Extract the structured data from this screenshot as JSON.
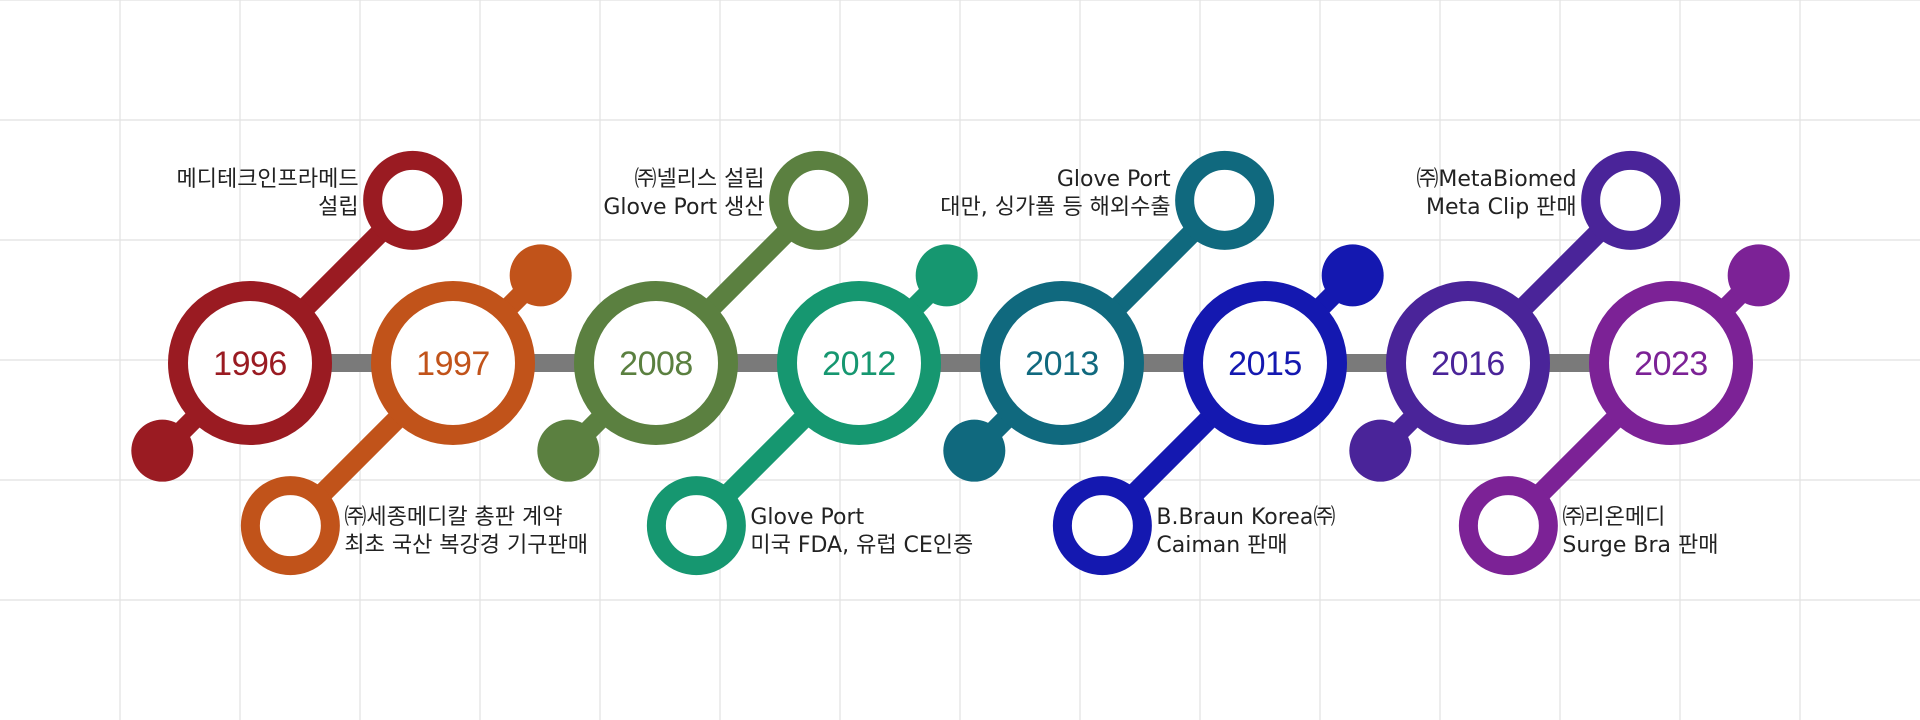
{
  "colors": {
    "background": "#ffffff",
    "grid": "#e1e1e1",
    "connector": "#7a7a7a",
    "caption_text": "#222222"
  },
  "milestones": [
    {
      "year": "1996",
      "color": "#9a1b22",
      "position": "top",
      "caption_lines": [
        "메디테크인프라메드",
        "설립"
      ]
    },
    {
      "year": "1997",
      "color": "#c1531a",
      "position": "bottom",
      "caption_lines": [
        "㈜세종메디칼 총판 계약",
        "최초 국산 복강경 기구판매"
      ]
    },
    {
      "year": "2008",
      "color": "#5b8040",
      "position": "top",
      "caption_lines": [
        "㈜넬리스 설립",
        "Glove Port 생산"
      ]
    },
    {
      "year": "2012",
      "color": "#169770",
      "position": "bottom",
      "caption_lines": [
        "Glove Port",
        "미국 FDA, 유럽 CE인증"
      ]
    },
    {
      "year": "2013",
      "color": "#10697e",
      "position": "top",
      "caption_lines": [
        "Glove Port",
        "대만, 싱가폴 등 해외수출"
      ]
    },
    {
      "year": "2015",
      "color": "#1418b0",
      "position": "bottom",
      "caption_lines": [
        "B.Braun Korea㈜",
        "Caiman 판매"
      ]
    },
    {
      "year": "2016",
      "color": "#4a2499",
      "position": "top",
      "caption_lines": [
        "㈜MetaBiomed",
        "Meta Clip 판매"
      ]
    },
    {
      "year": "2023",
      "color": "#7c2296",
      "position": "bottom",
      "caption_lines": [
        "㈜리온메디",
        "Surge Bra 판매"
      ]
    }
  ]
}
